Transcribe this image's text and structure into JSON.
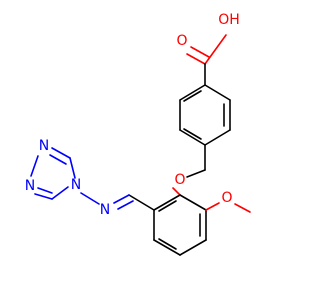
{
  "molecule": {
    "atom_labels": {
      "carboxyl_carbonyl_oxygen": "O",
      "carboxyl_hydroxyl": "OH",
      "ether_oxygen": "O",
      "methoxy_oxygen": "O",
      "imine_nitrogen": "N",
      "triazole_n4": "N",
      "triazole_n1": "N",
      "triazole_n2": "N"
    },
    "colors": {
      "bond": "#000000",
      "oxygen": "#ff0000",
      "nitrogen": "#0000ff",
      "background": "#ffffff"
    }
  }
}
